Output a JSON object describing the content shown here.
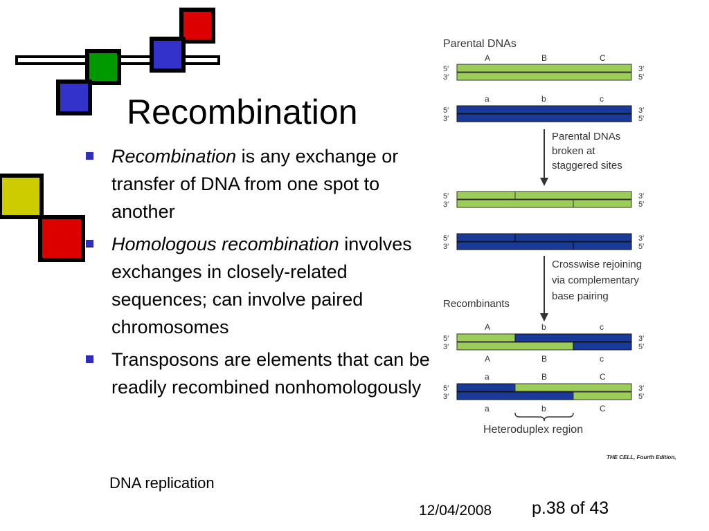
{
  "slide": {
    "title": "Recombination",
    "bullets": [
      {
        "italic": "Recombination",
        "text": " is any exchange or transfer of DNA from one spot to another"
      },
      {
        "italic": "Homologous recombination",
        "text": " involves exchanges in closely-related sequences; can involve paired chromosomes"
      },
      {
        "italic": "",
        "text": "Transposons are elements that can be readily recombined nonhomologously"
      }
    ],
    "footer_text": "DNA replication",
    "date": "12/04/2008",
    "page": "p.38 of 43"
  },
  "figure": {
    "section_parental": "Parental DNAs",
    "step1_caption": [
      "Parental DNAs",
      "broken at",
      "staggered sites"
    ],
    "step2_caption": [
      "Crosswise rejoining",
      "via complementary",
      "base pairing"
    ],
    "section_recombinants": "Recombinants",
    "heteroduplex_label": "Heteroduplex region",
    "credit": "THE CELL, Fourth Edition,",
    "end5": "5′",
    "end3": "3′",
    "green_labels": [
      "A",
      "B",
      "C"
    ],
    "blue_labels": [
      "a",
      "b",
      "c"
    ],
    "recomb1_top_labels": [
      "A",
      "b",
      "c"
    ],
    "recomb1_bottom_labels": [
      "A",
      "B",
      "c"
    ],
    "recomb2_top_labels": [
      "a",
      "B",
      "C"
    ],
    "recomb2_bottom_labels": [
      "a",
      "b",
      "C"
    ]
  },
  "colors": {
    "green_strand": "#9ccc5a",
    "blue_strand": "#1a3a9a",
    "red_square": "#dd0000",
    "green_square": "#009900",
    "blue_square": "#3333cc",
    "yellow_square": "#cccc00",
    "bullet": "#2e2eb8"
  }
}
